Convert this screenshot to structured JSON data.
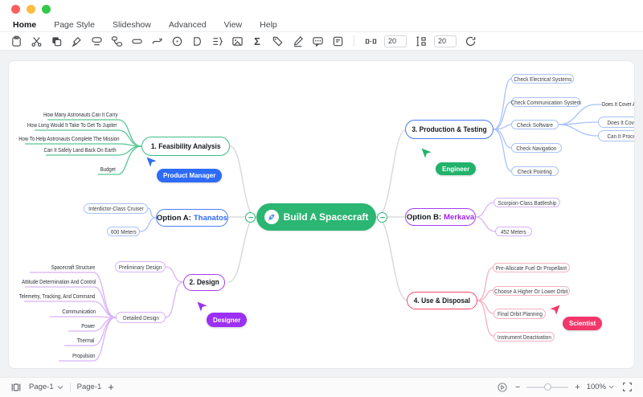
{
  "menu": {
    "items": [
      "Home",
      "Page Style",
      "Slideshow",
      "Advanced",
      "View",
      "Help"
    ]
  },
  "toolbar": {
    "spacing_h": "20",
    "spacing_v": "20"
  },
  "map": {
    "center": {
      "label": "Build A Spacecraft"
    },
    "feasibility": {
      "label": "1. Feasibility Analysis",
      "leaves": [
        "How Many Astronauts Can It Carry",
        "How Long Would It Take To Get To Jupiter",
        "How To Help Astronauts Complete The Mission",
        "Can It Safely Land Back On Earth",
        "Budget"
      ]
    },
    "optionA": {
      "prefix": "Option A:",
      "name": "Thanatos",
      "children": [
        "Interdictor-Class Cruiser",
        "600 Meters"
      ]
    },
    "design": {
      "label": "2. Design",
      "children": [
        "Preliminary Design",
        "Detailed Design"
      ],
      "leaves": [
        "Spacecraft Structure",
        "Attitude Determination And Control",
        "Telemetry, Tracking, And Command",
        "Communication",
        "Power",
        "Thermal",
        "Propulsion"
      ]
    },
    "production": {
      "label": "3. Production & Testing",
      "children": [
        "Check Electrical Systems",
        "Check Communication System",
        "Check Software",
        "Check Navigation",
        "Check Pointing"
      ],
      "software_leaves": [
        "Does It Cover All Oper",
        "Does It Cover All Fligh",
        "Can It Process Inform"
      ]
    },
    "optionB": {
      "prefix": "Option B:",
      "name": "Merkava",
      "children": [
        "Scorpion-Class Battleship",
        "452 Meters"
      ]
    },
    "use_disposal": {
      "label": "4. Use & Disposal",
      "children": [
        "Pre-Allocate Fuel Or Propellant",
        "Choose A Higher Or Lower Orbit",
        "Final Orbit Planning",
        "Instrument Deactivation"
      ]
    },
    "roles": {
      "product_manager": "Product Manager",
      "engineer": "Engineer",
      "designer": "Designer",
      "scientist": "Scientist"
    }
  },
  "colors": {
    "center_green": "#2bb673",
    "blue": "#2e6bf6",
    "purple": "#9b33f0",
    "pink": "#f2376a",
    "branch_green": "#3bbd86"
  },
  "statusbar": {
    "page_selector": "Page-1",
    "page_tab": "Page-1",
    "add_page_label": "+",
    "zoom_out_label": "−",
    "zoom_in_label": "+",
    "zoom_level": "100%"
  }
}
